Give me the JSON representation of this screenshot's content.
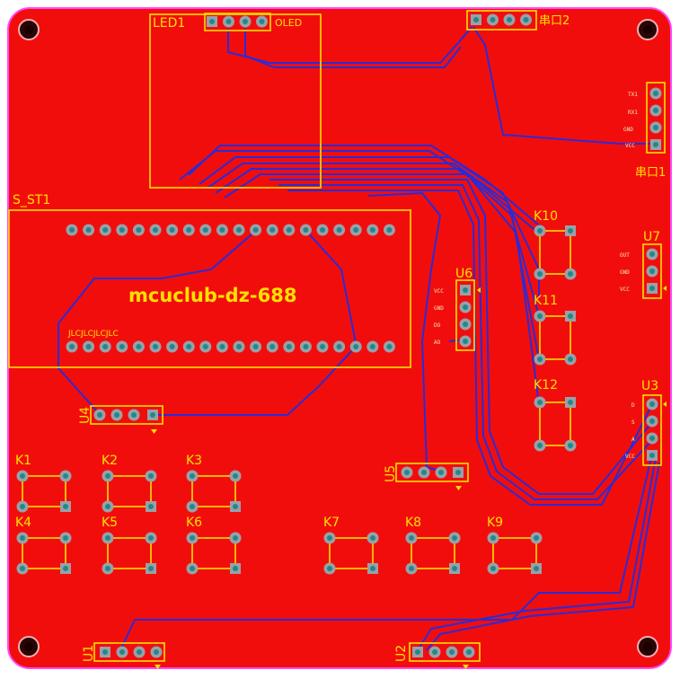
{
  "board": {
    "title": "mcuclub-dz-688",
    "colors": {
      "board": "#f20d0d",
      "outline": "#ff48ff",
      "silk": "#ffe100",
      "trace": "#2b2bd6",
      "pad": "#9aa0a8",
      "drill": "#1e8a8a"
    }
  },
  "labels": {
    "led1": "LED1",
    "oled": "OLED",
    "serial2": "串口2",
    "serial1": "串口1",
    "s_st1": "S_ST1",
    "jlc": "JLCJLCJLCJLC",
    "u1": "U1",
    "u2": "U2",
    "u3": "U3",
    "u4": "U4",
    "u5": "U5",
    "u6": "U6",
    "u7": "U7",
    "k1": "K1",
    "k2": "K2",
    "k3": "K3",
    "k4": "K4",
    "k5": "K5",
    "k6": "K6",
    "k7": "K7",
    "k8": "K8",
    "k9": "K9",
    "k10": "K10",
    "k11": "K11",
    "k12": "K12"
  },
  "pin_labels": {
    "u6": [
      "VCC",
      "GND",
      "DO",
      "AO"
    ],
    "u7": [
      "OUT",
      "GND",
      "VCC"
    ],
    "u3": [
      "D",
      "S",
      "A",
      "VCC"
    ],
    "serial1": [
      "TX1",
      "RX1",
      "GND",
      "VCC"
    ]
  }
}
